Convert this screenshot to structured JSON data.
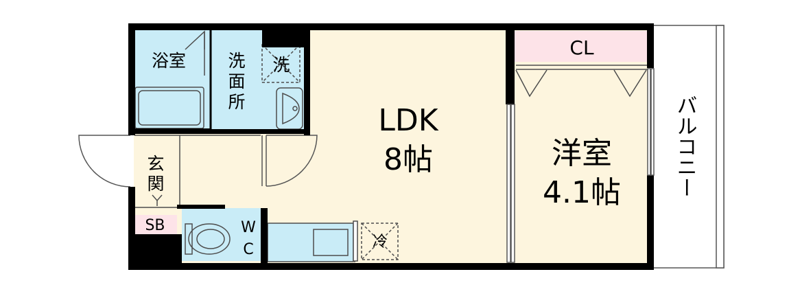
{
  "rooms": {
    "bathroom": "浴室",
    "washroom_chars": [
      "洗",
      "面",
      "所"
    ],
    "washer_space": "洗",
    "entrance_chars": [
      "玄",
      "関"
    ],
    "shoe_box": "SB",
    "toilet_chars": [
      "W",
      "C"
    ],
    "fridge_space": "冷",
    "ldk_name": "LDK",
    "ldk_size": "8帖",
    "western_room_name": "洋室",
    "western_room_size": "4.1帖",
    "closet": "CL",
    "balcony": "バルコニー"
  },
  "colors": {
    "wall": "#000000",
    "floor": "#fdf5de",
    "wet_area": "#c9ecf7",
    "closet": "#fde3e8",
    "shoe_box": "#fde3e8",
    "fixture_line": "#4d4d4d"
  }
}
